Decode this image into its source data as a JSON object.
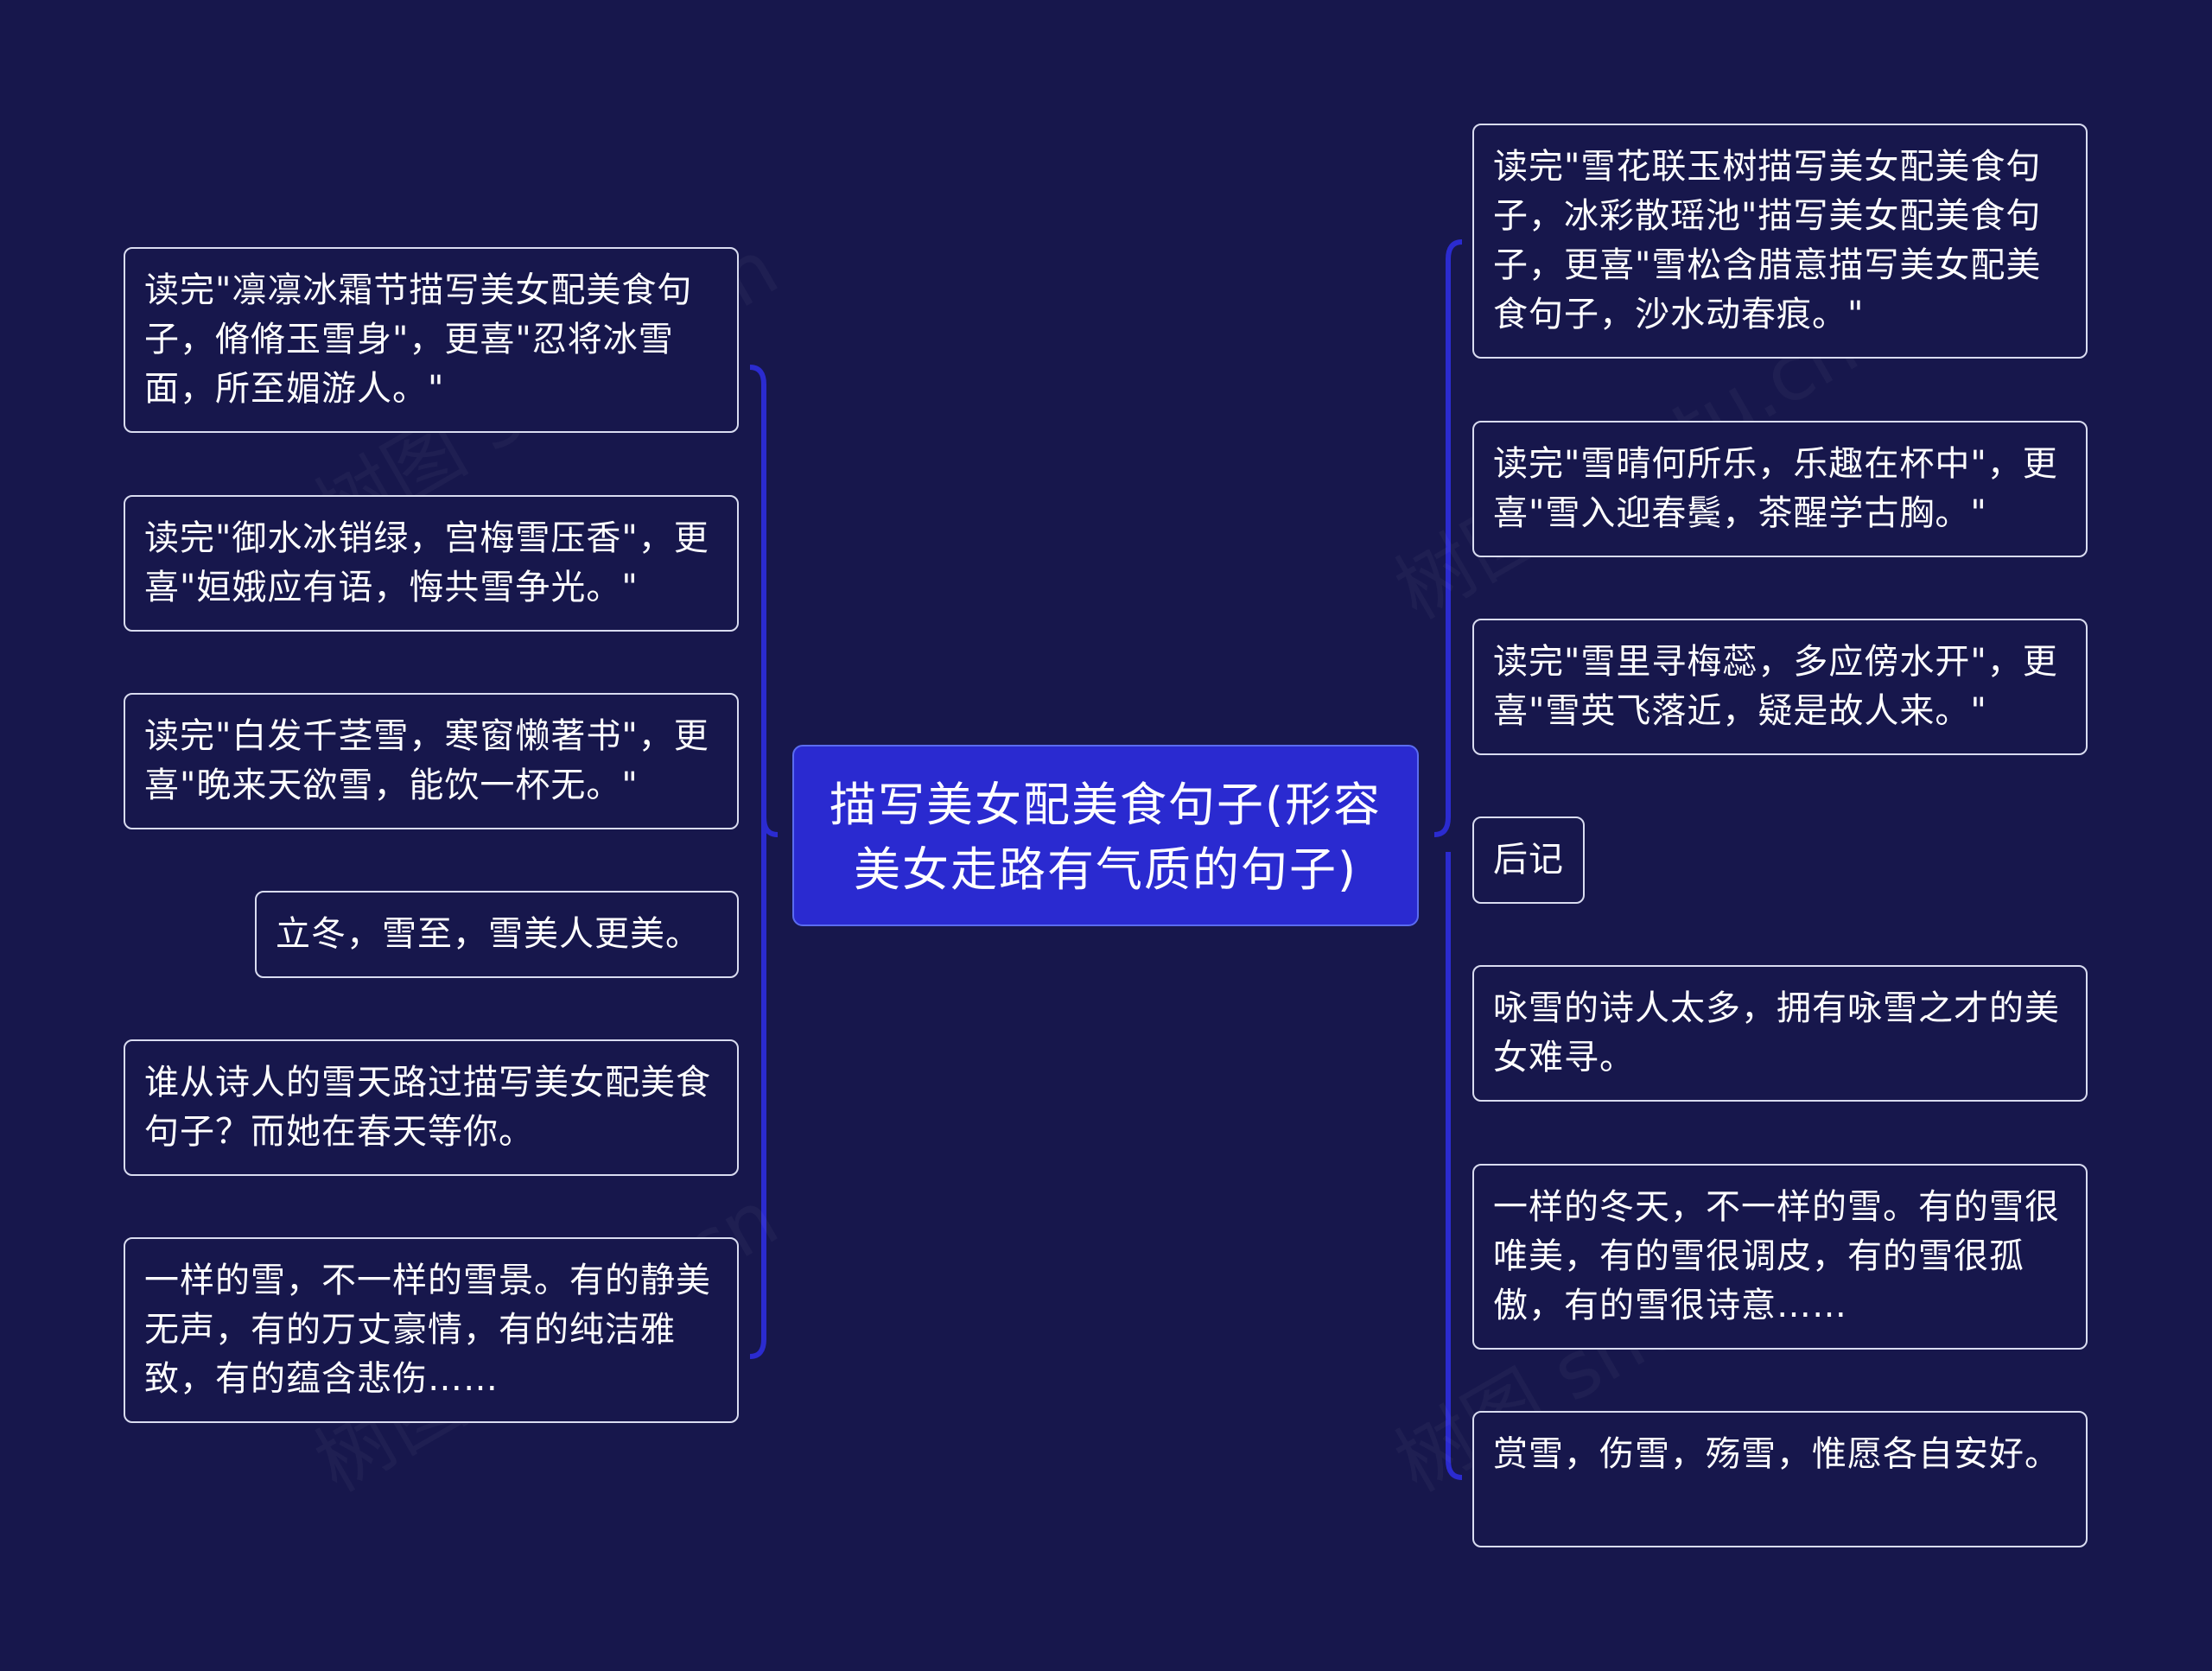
{
  "center": {
    "title": "描写美女配美食句子(形容美女走路有气质的句子)"
  },
  "left_nodes": [
    "读完\"凛凛冰霜节描写美女配美食句子，脩脩玉雪身\"，更喜\"忍将冰雪面，所至媚游人。\"",
    "读完\"御水冰销绿，宫梅雪压香\"，更喜\"姮娥应有语，悔共雪争光。\"",
    "读完\"白发千茎雪，寒窗懒著书\"，更喜\"晚来天欲雪，能饮一杯无。\"",
    "立冬，雪至，雪美人更美。",
    "谁从诗人的雪天路过描写美女配美食句子？而她在春天等你。",
    "一样的雪，不一样的雪景。有的静美无声，有的万丈豪情，有的纯洁雅致，有的蕴含悲伤……"
  ],
  "right_nodes": [
    "读完\"雪花联玉树描写美女配美食句子，冰彩散瑶池\"描写美女配美食句子，更喜\"雪松含腊意描写美女配美食句子，沙水动春痕。\"",
    "读完\"雪晴何所乐，乐趣在杯中\"，更喜\"雪入迎春鬓，茶醒学古胸。\"",
    "读完\"雪里寻梅蕊，多应傍水开\"，更喜\"雪英飞落近，疑是故人来。\"",
    "后记",
    "咏雪的诗人太多，拥有咏雪之才的美女难寻。",
    "一样的冬天，不一样的雪。有的雪很唯美，有的雪很调皮，有的雪很孤傲，有的雪很诗意……",
    "赏雪，伤雪，殇雪，惟愿各自安好。"
  ],
  "colors": {
    "background": "#17174c",
    "center_fill": "#2a2ad0",
    "connector": "#2b2bd0",
    "node_border": "#d9dcf0"
  }
}
